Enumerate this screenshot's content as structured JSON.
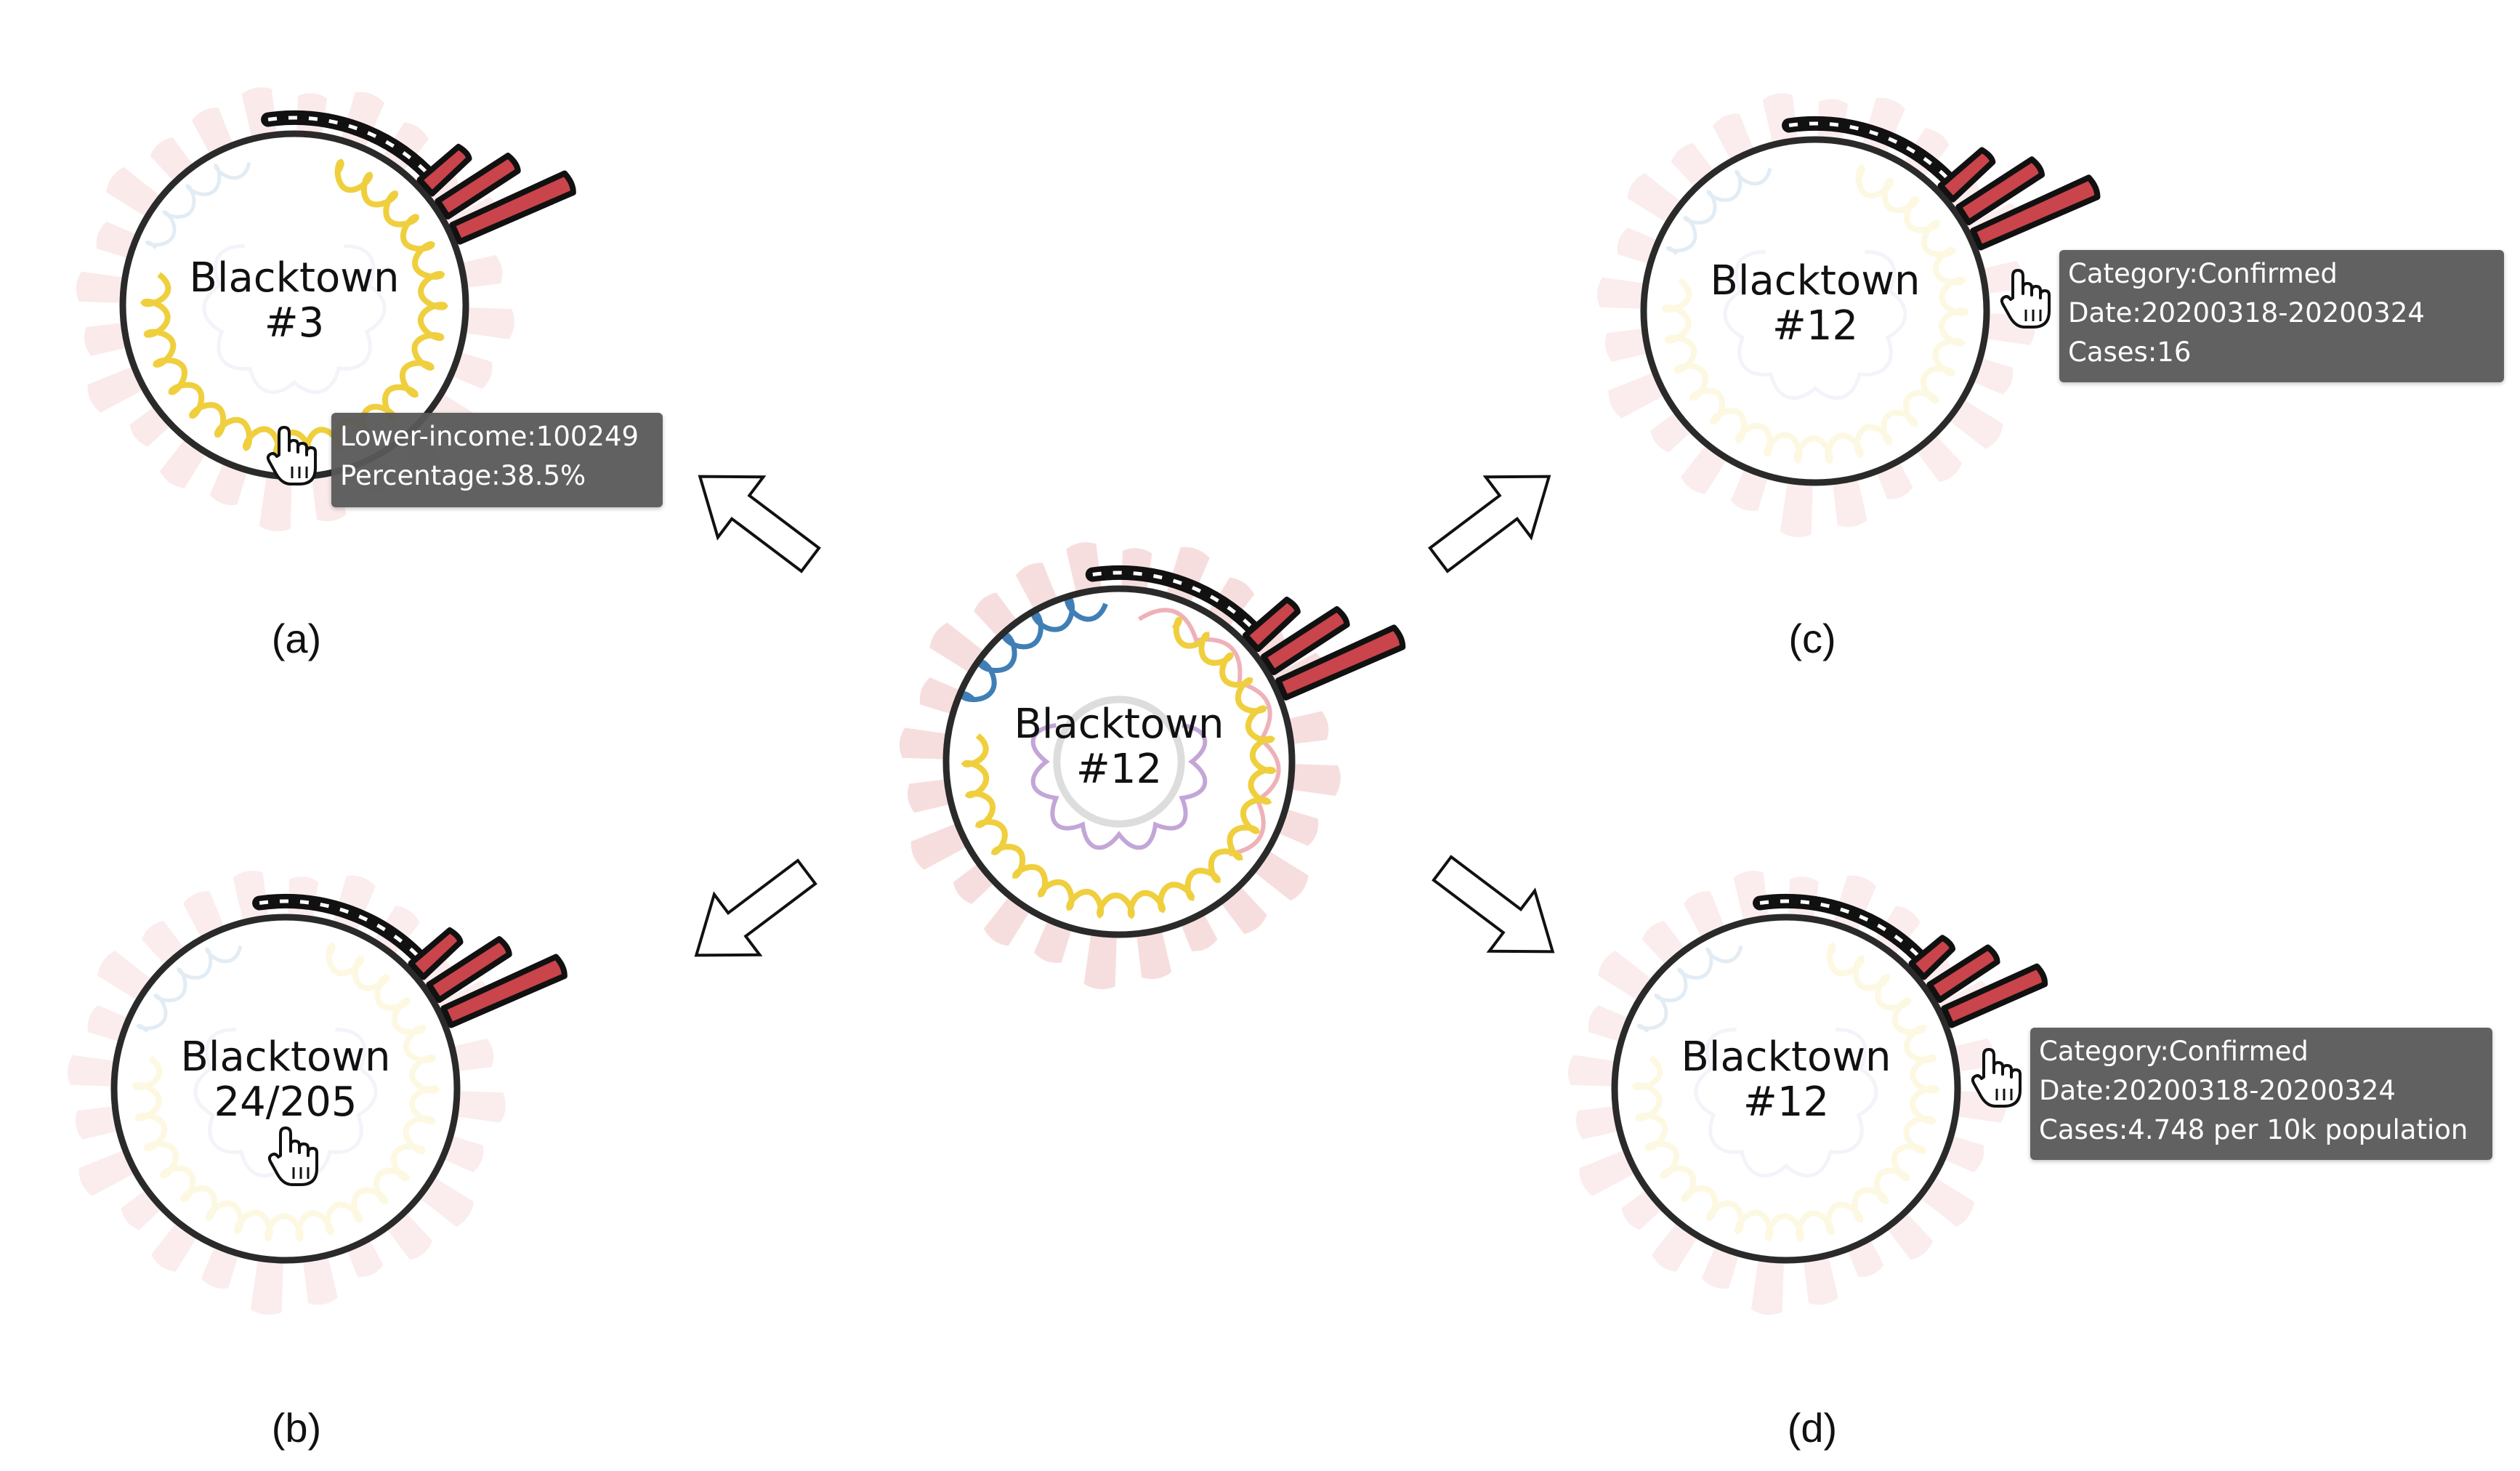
{
  "center_glyph": {
    "label_line1": "Blacktown",
    "label_line2": "#12"
  },
  "panels": [
    {
      "id": "a",
      "caption": "(a)",
      "label_line1": "Blacktown",
      "label_line2": "#3",
      "tooltip": [
        "Lower-income:100249",
        "Percentage:38.5%"
      ]
    },
    {
      "id": "b",
      "caption": "(b)",
      "label_line1": "Blacktown",
      "label_line2": "24/205",
      "tooltip": []
    },
    {
      "id": "c",
      "caption": "(c)",
      "label_line1": "Blacktown",
      "label_line2": "#12",
      "tooltip": [
        "Category:Confirmed",
        "Date:20200318-20200324",
        "Cases:16"
      ]
    },
    {
      "id": "d",
      "caption": "(d)",
      "label_line1": "Blacktown",
      "label_line2": "#12",
      "tooltip": [
        "Category:Confirmed",
        "Date:20200318-20200324",
        "Cases:4.748 per 10k population"
      ]
    }
  ],
  "colors": {
    "ring_outline": "#2a2a2a",
    "petal_background": "#f6d8d8",
    "case_bars": "#c9444b",
    "spiral_yellow": "#efcf3d",
    "spiral_blue": "#3f7fb5",
    "spiral_pink": "#efb1b8",
    "spiral_purple": "#c3a6d8",
    "tooltip_background": "#5a5a5a"
  },
  "icons": [
    "hand-pointer-icon",
    "arrow-icon"
  ]
}
